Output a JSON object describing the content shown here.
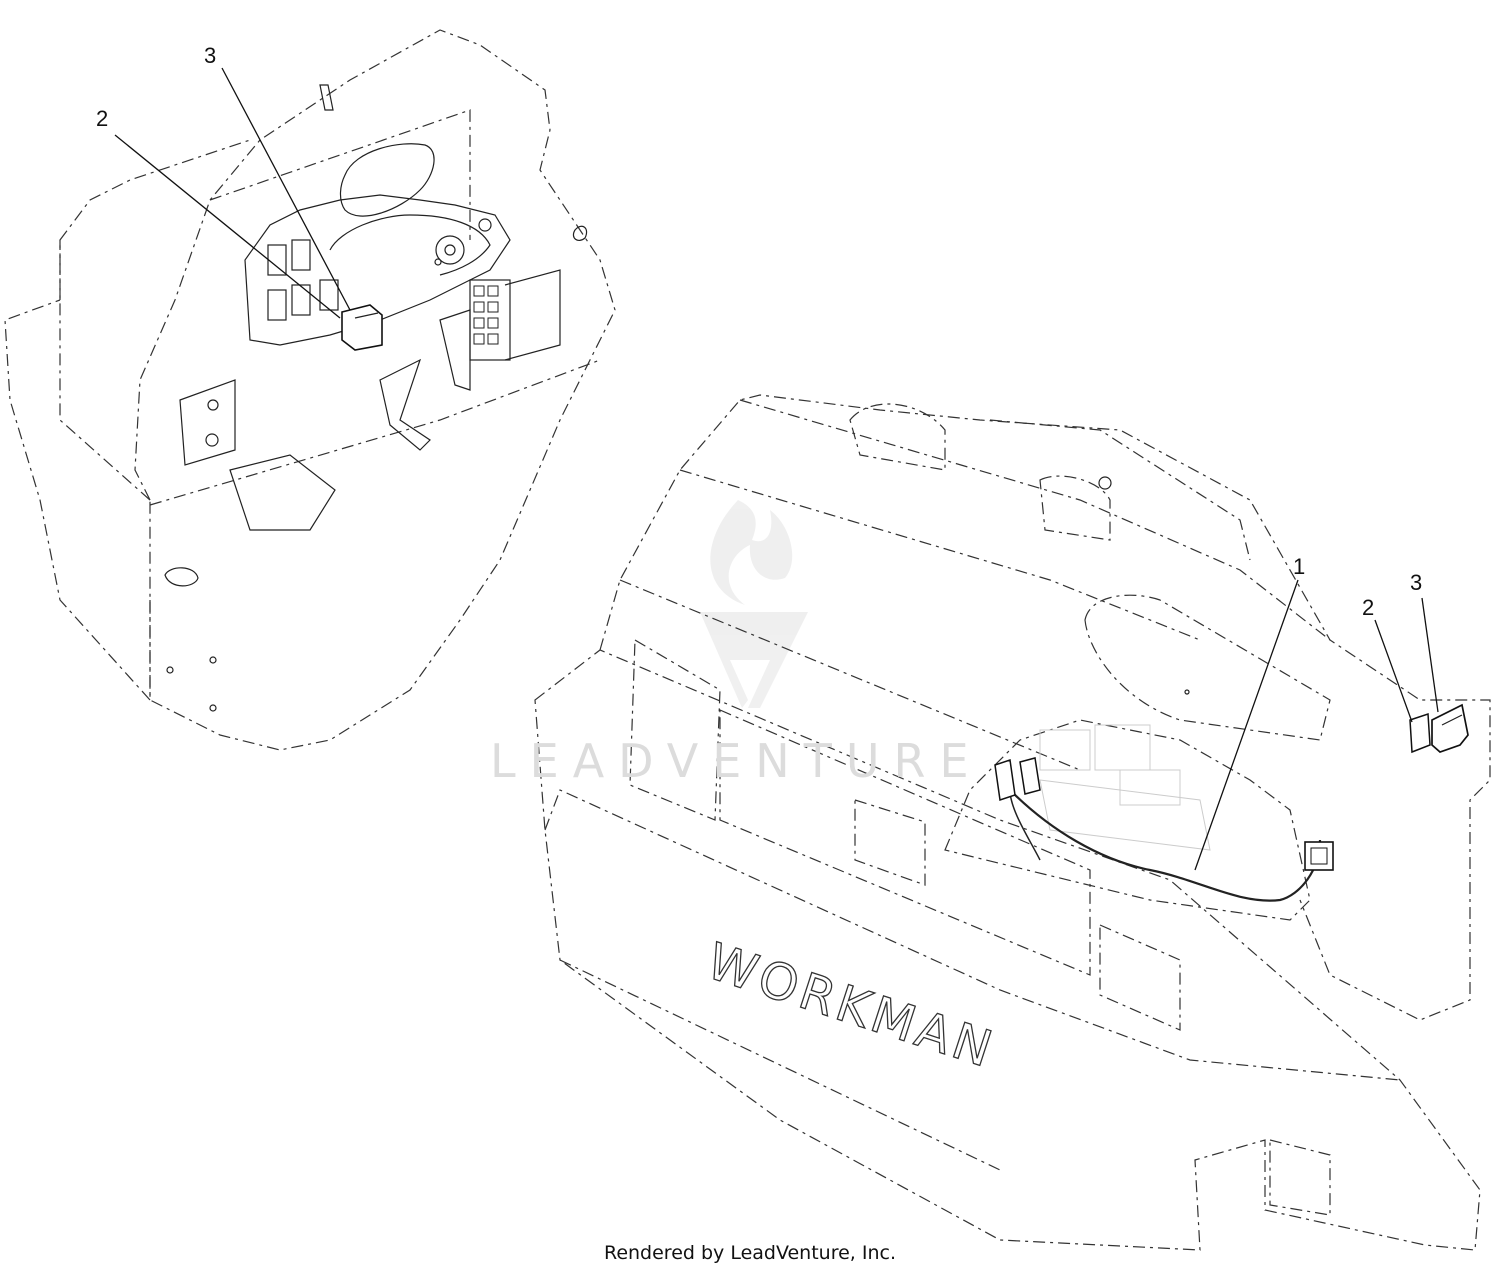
{
  "diagram": {
    "callouts": [
      {
        "id": "left-3",
        "label": "3"
      },
      {
        "id": "left-2",
        "label": "2"
      },
      {
        "id": "right-1",
        "label": "1"
      },
      {
        "id": "right-2",
        "label": "2"
      },
      {
        "id": "right-3",
        "label": "3"
      }
    ],
    "hood_brand": "WORKMAN",
    "watermark": "LEADVENTURE",
    "footer": "Rendered by LeadVenture, Inc."
  }
}
